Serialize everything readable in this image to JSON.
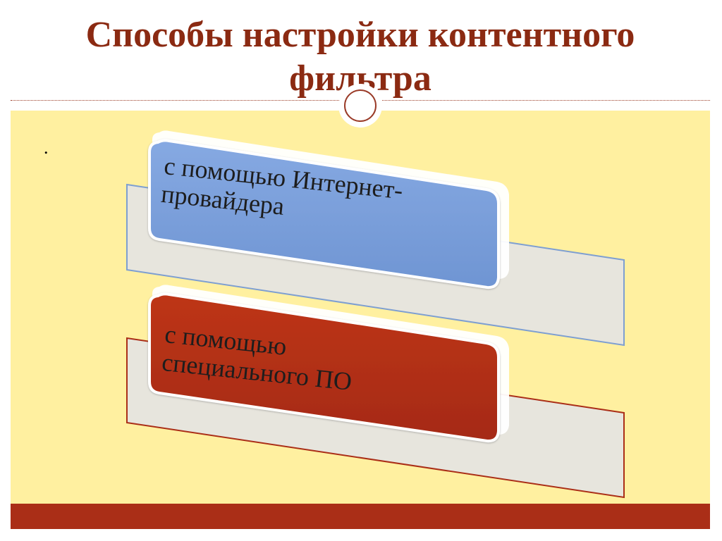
{
  "slide": {
    "title": "Способы настройки контентного фильтра",
    "bullet": "."
  },
  "methods": [
    {
      "label_line1": "с помощью Интернет-",
      "label_line2": "провайдера",
      "color": "#7b9fd8"
    },
    {
      "label_line1": "с помощью",
      "label_line2": "специального ПО",
      "color": "#b83018"
    }
  ],
  "theme": {
    "title_color": "#8b2a12",
    "content_background": "#fff0a0",
    "footer_color": "#aa2e17",
    "card_gray": "#e7e5dd"
  }
}
